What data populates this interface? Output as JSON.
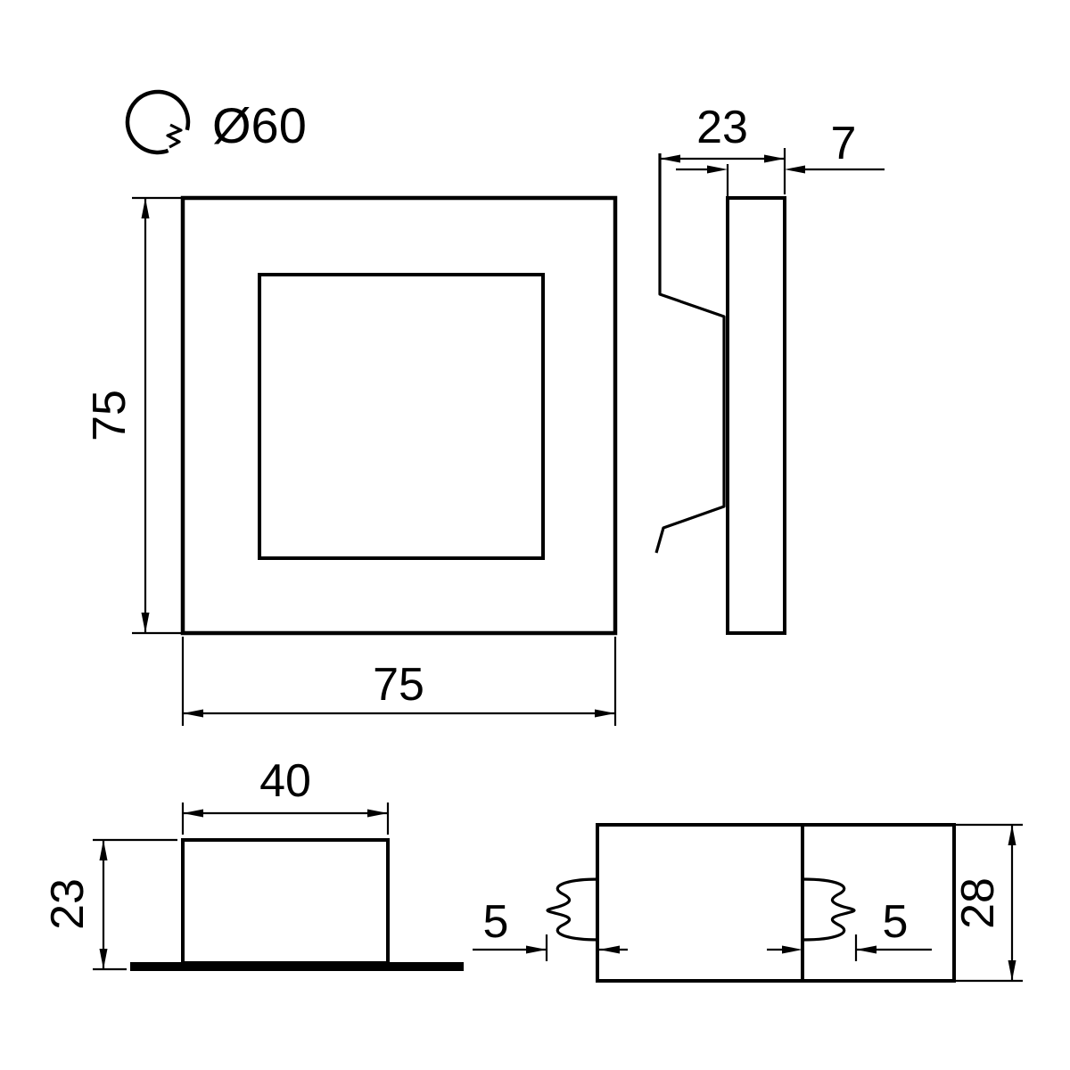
{
  "colors": {
    "background": "#ffffff",
    "line": "#000000"
  },
  "views": {
    "cutout": {
      "icon": "hole-saw",
      "diameter_label": "Ø60"
    },
    "front": {
      "height_label": "75",
      "width_label": "75"
    },
    "side": {
      "depth_label": "23",
      "plate_thickness_label": "7"
    },
    "housing": {
      "width_label": "40",
      "depth_label": "23"
    },
    "clips": {
      "left_protrusion_label": "5",
      "right_protrusion_label": "5",
      "height_label": "28"
    }
  }
}
